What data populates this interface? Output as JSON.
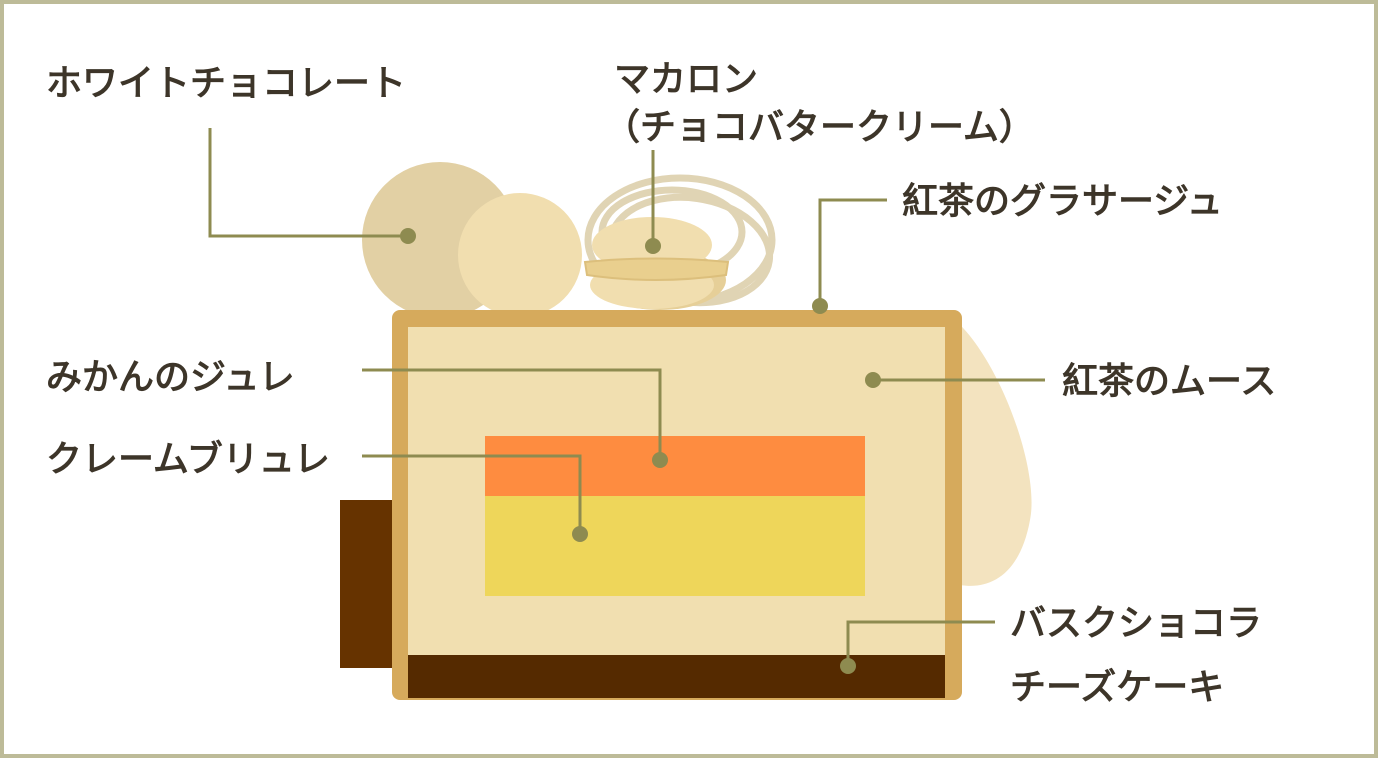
{
  "labels": {
    "white_chocolate": "ホワイトチョコレート",
    "macaron_line1": "マカロン",
    "macaron_line2": "（チョコバタークリーム）",
    "glacage": "紅茶のグラサージュ",
    "mikan_jelly": "みかんのジュレ",
    "mousse": "紅茶のムース",
    "creme_brulee": "クレームブリュレ",
    "basque_line1": "バスクショコラ",
    "basque_line2": "チーズケーキ"
  },
  "colors": {
    "border": "#bdbb98",
    "leader": "#8e8b50",
    "text": "#3d3529",
    "glacage": "#d6aa5c",
    "mousse": "#f1dfb0",
    "mikan_jelly": "#fe8c40",
    "creme_brulee": "#eed65a",
    "basque": "#552a00",
    "chocolate_plate": "#663300",
    "white_chocolate": "#e2d0a4"
  }
}
